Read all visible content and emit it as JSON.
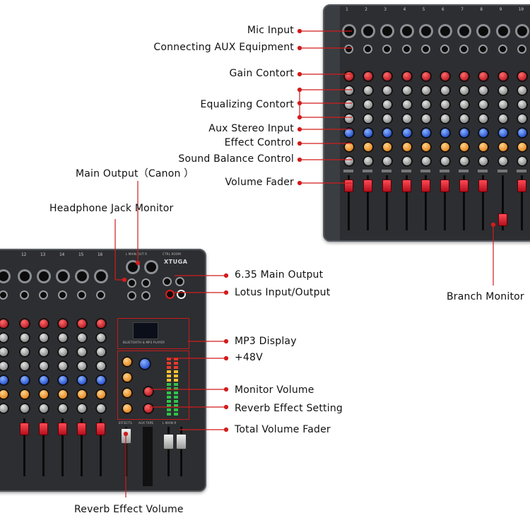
{
  "callouts": {
    "mic_input": "Mic Input",
    "aux_equipment": "Connecting AUX Equipment",
    "gain": "Gain Contort",
    "equalizing": "Equalizing Contort",
    "aux_stereo": "Aux Stereo Input",
    "effect_control": "Effect Control",
    "sound_balance": "Sound Balance Control",
    "volume_fader": "Volume Fader",
    "main_output_canon": "Main Output（Canon ）",
    "headphone": "Headphone Jack Monitor",
    "main_output_635": "6.35 Main Output",
    "lotus": "Lotus Input/Output",
    "branch_monitor": "Branch Monitor",
    "mp3_display": "MP3 Display",
    "phantom": "+48V",
    "monitor_volume": "Monitor Volume",
    "reverb_setting": "Reverb Effect Setting",
    "total_volume": "Total Volume Fader",
    "reverb_volume": "Reverb Effect Volume"
  },
  "device": {
    "logo": "XTUGA",
    "main_out_label": "L MAIN OUT R",
    "ctrl_room_label": "CTRL ROOM",
    "bt_label": "BLUETOOTH & MP3 PLAYER",
    "effects_label": "EFFECTS",
    "aux_tape_label": "AUX TAPE",
    "main_label": "L MAIN R",
    "top_channels": [
      "1",
      "2",
      "3",
      "4",
      "5",
      "6",
      "7",
      "8",
      "9",
      "10"
    ],
    "bottom_channels": [
      "12",
      "13",
      "14",
      "15",
      "16"
    ]
  },
  "colors": {
    "line_red": "#d21c1c",
    "knob_red": "#c8121c",
    "knob_blue": "#1945c8",
    "knob_orange": "#e07b12",
    "panel": "#2c2e31"
  }
}
